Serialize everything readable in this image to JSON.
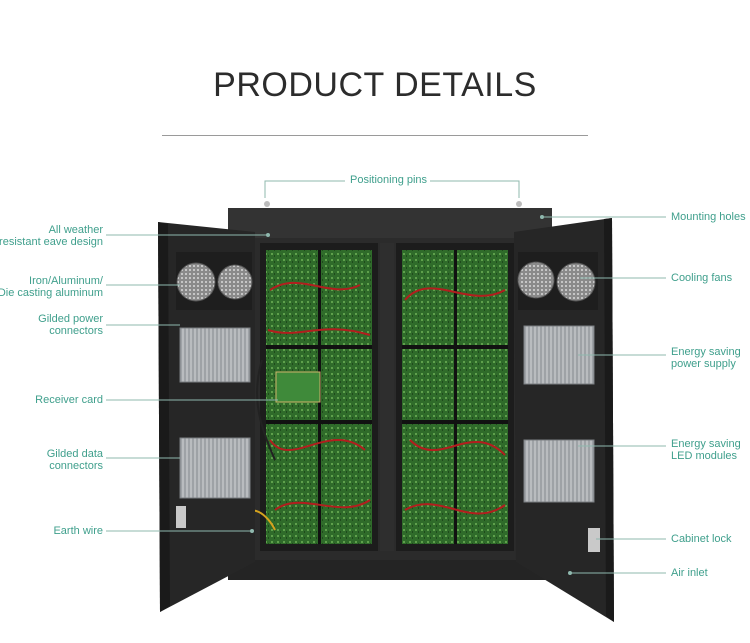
{
  "heading": {
    "title": "PRODUCT DETAILS"
  },
  "colors": {
    "label": "#3f9f8c",
    "cabinet": "#2b2b2b",
    "module_green": "#2f6b2a",
    "cable_red": "#b21e1e"
  },
  "labels": {
    "positioning_pins": "Positioning pins",
    "all_weather_1": "All weather",
    "all_weather_2": "resistant eave design",
    "iron_1": "Iron/Aluminum/",
    "iron_2": "Die casting aluminum",
    "gilded_power_1": "Gilded power",
    "gilded_power_2": "connectors",
    "receiver_card": "Receiver card",
    "gilded_data_1": "Gilded data",
    "gilded_data_2": "connectors",
    "earth_wire": "Earth wire",
    "mounting_holes": "Mounting holes",
    "cooling_fans": "Cooling fans",
    "energy_power_1": "Energy saving",
    "energy_power_2": "power supply",
    "energy_led_1": "Energy saving",
    "energy_led_2": "LED modules",
    "cabinet_lock": "Cabinet lock",
    "air_inlet": "Air inlet"
  }
}
